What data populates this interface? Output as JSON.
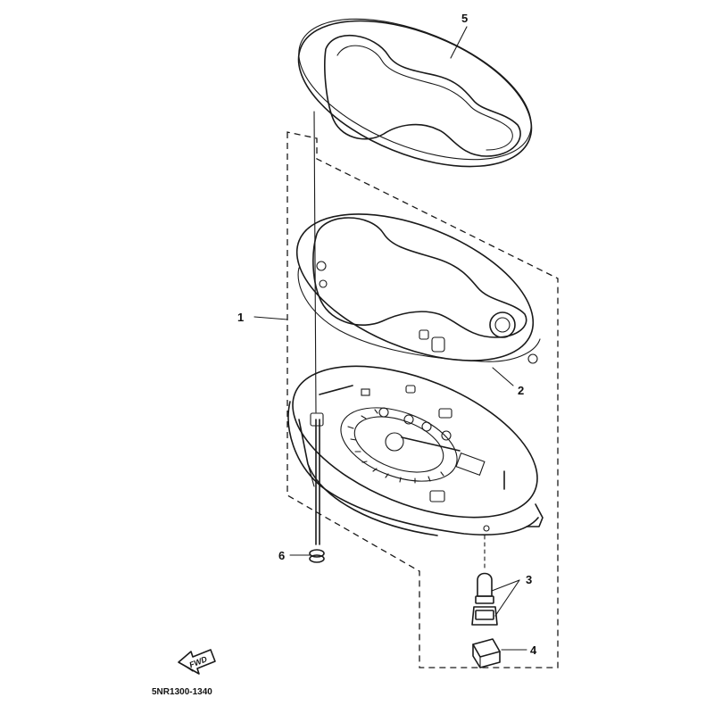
{
  "diagram": {
    "callouts": {
      "bezel": "5",
      "cover": "2",
      "assembly": "1",
      "bulb_socket": "3",
      "grommet": "4",
      "screw": "6"
    },
    "arrow_label": "FWD",
    "part_number": "5NR1300-1340"
  }
}
